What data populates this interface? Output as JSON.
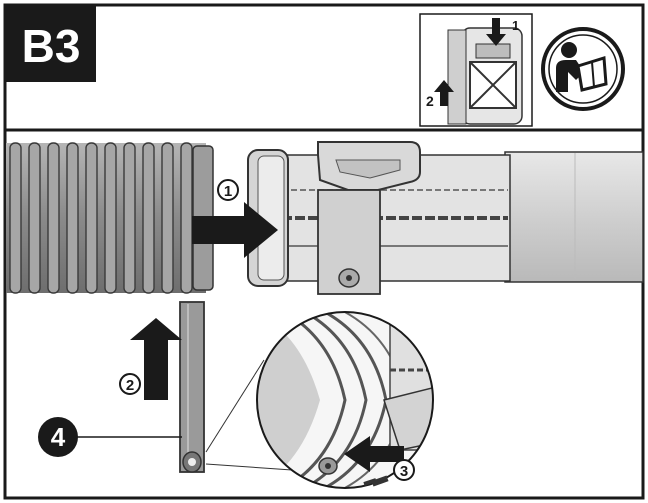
{
  "step_badge": {
    "label": "B3"
  },
  "inset_diagram": {
    "callout_top": "1",
    "callout_left": "2"
  },
  "icons": {
    "manual": "read-manual-icon"
  },
  "callouts": {
    "attach_arrow": "1",
    "lift_arrow": "2",
    "screw_arrow": "3",
    "part": "4"
  },
  "colors": {
    "ink": "#1a1a1a",
    "tube_grey": "#9a9a9a",
    "hose_grey": "#8c8c8c",
    "body_light": "#dcdcdc",
    "paper": "#ffffff"
  }
}
